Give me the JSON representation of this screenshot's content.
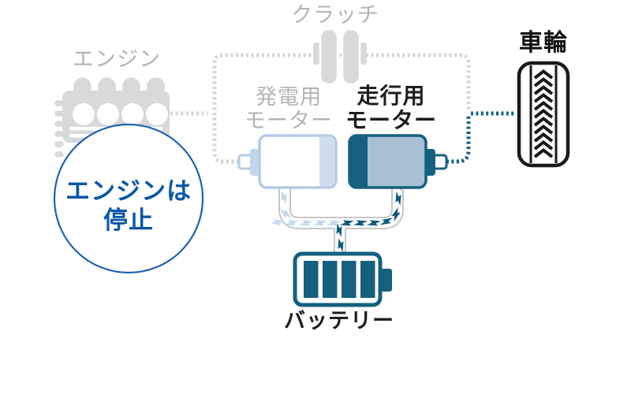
{
  "diagram": {
    "title_context": "hybrid-powertrain-ev-mode",
    "labels": {
      "engine": "エンジン",
      "clutch": "クラッチ",
      "generator_motor": [
        "発電用",
        "モーター"
      ],
      "drive_motor": [
        "走行用",
        "モーター"
      ],
      "wheel": "車輪",
      "battery": "バッテリー",
      "callout": [
        "エンジンは",
        "停止"
      ]
    },
    "icons": {
      "engine": "engine-icon",
      "clutch": "clutch-icon",
      "generator_motor": "generator-motor-icon",
      "drive_motor": "drive-motor-icon",
      "wheel": "tire-icon",
      "battery": "battery-icon",
      "electric_flow": "lightning-bolt-icon"
    },
    "colors": {
      "active_teal": "#15607f",
      "active_dotted_line": "#175f86",
      "motor_body_fill": "#a9bfd3",
      "inactive_icon_gray": "#d8d9da",
      "inactive_label_gray": "#b3b4b6",
      "inactive_dotted_line": "#d4d5d7",
      "light_blue_outline": "#b5cbe3",
      "pale_bolt_blue": "#c7d8ee",
      "callout_blue": "#0b57a9",
      "callout_circle_border": "#2061ad",
      "dark_label": "#1e1e20"
    },
    "states": {
      "engine": "stopped",
      "generator_motor": "inactive",
      "drive_motor": "active",
      "battery": "discharging"
    }
  }
}
